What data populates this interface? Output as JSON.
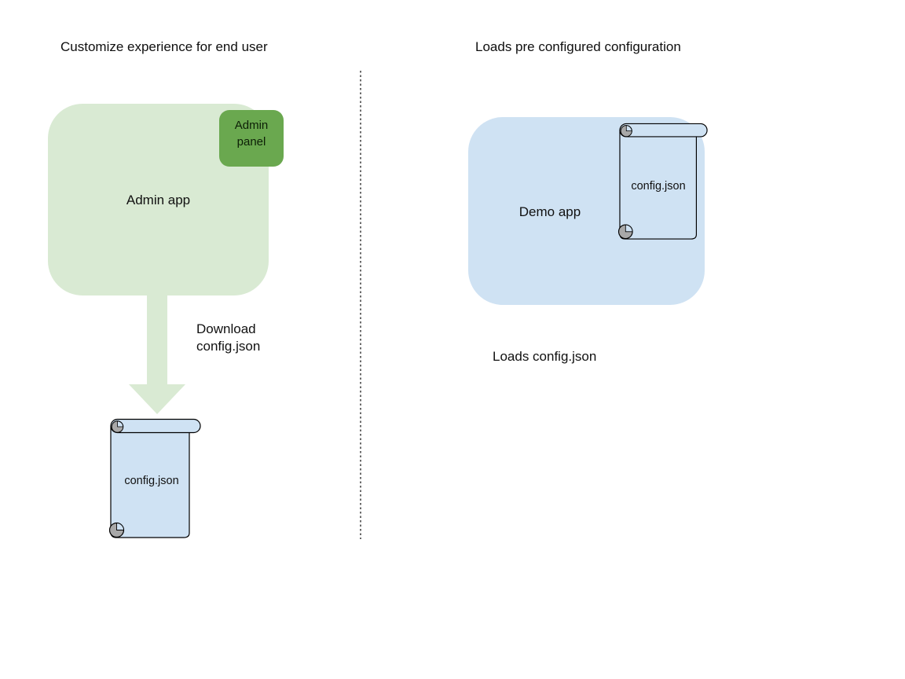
{
  "colors": {
    "light_green": "#d9ead3",
    "dark_green": "#6aa84f",
    "light_blue": "#cfe2f3",
    "curl_gray": "#a8a8a8",
    "shape_outline": "#000000",
    "divider_gray": "#6b6b6b",
    "text": "#111111",
    "background": "#ffffff"
  },
  "left_section": {
    "title": "Customize experience for end user",
    "admin_app_label": "Admin app",
    "admin_panel_label": "Admin panel",
    "download_label": "Download\nconfig.json",
    "config_file_label": "config.json"
  },
  "right_section": {
    "title": "Loads pre configured configuration",
    "demo_app_label": "Demo app",
    "config_file_label": "config.json",
    "caption": "Loads config.json"
  }
}
